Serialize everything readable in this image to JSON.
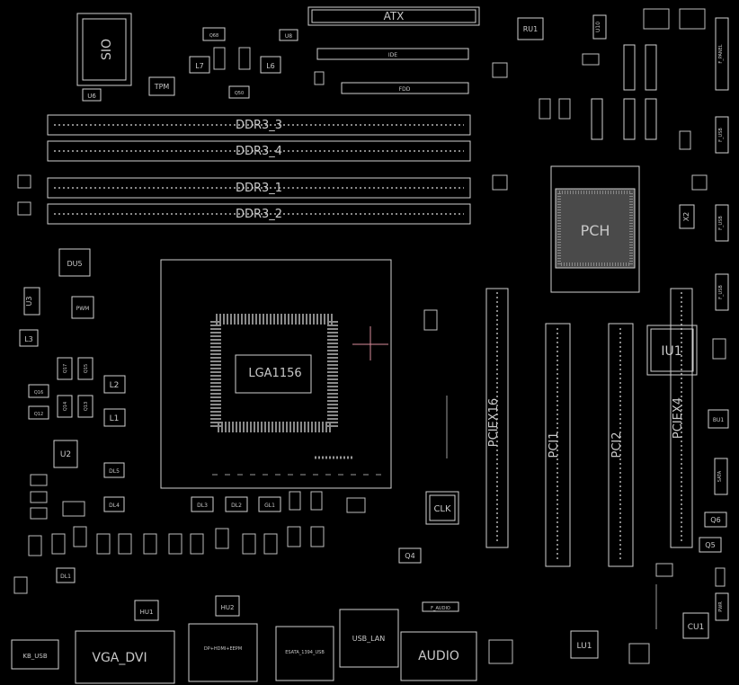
{
  "labels": {
    "atx": "ATX",
    "ide": "IDE",
    "fdd": "FDD",
    "sio": "SIO",
    "tpm": "TPM",
    "ddr3_3": "DDR3_3",
    "ddr3_4": "DDR3_4",
    "ddr3_1": "DDR3_1",
    "ddr3_2": "DDR3_2",
    "pch": "PCH",
    "lga": "LGA1156",
    "pciex16": "PCIEX16",
    "pci1": "PCI1",
    "pci2": "PCI2",
    "pciex4": "PCIEX4",
    "clk": "CLK",
    "iu1": "IU1",
    "vga_dvi": "VGA_DVI",
    "audio": "AUDIO",
    "usb_lan": "USB_LAN",
    "kb_usb": "KB_USB",
    "lu1": "LU1",
    "cu1": "CU1",
    "ru1": "RU1",
    "du5": "DU5",
    "pwm": "PWM",
    "u2": "U2",
    "u3": "U3",
    "u6": "U6",
    "u8": "U8",
    "u10": "U10",
    "l1": "L1",
    "l2": "L2",
    "l3": "L3",
    "l6": "L6",
    "l7": "L7",
    "q4": "Q4",
    "q5": "Q5",
    "q6": "Q6",
    "bu1": "BU1",
    "x2": "X2",
    "hu1": "HU1",
    "hu2": "HU2",
    "dl1": "DL1",
    "dl2": "DL2",
    "dl3": "DL3",
    "dl4": "DL4",
    "dl5": "DL5",
    "gl1": "GL1",
    "q50": "Q50",
    "q68": "Q68",
    "q12": "Q12",
    "q14": "Q14",
    "q16": "Q16",
    "q17": "Q17",
    "q15": "Q15",
    "q13": "Q13",
    "f_panel": "F_PANEL",
    "f_usb": "F_USB",
    "sata": "SATA",
    "f_audio": "F_AUDIO",
    "dp_hdmi": "DP+HDMI+EEPM",
    "esata": "ESATA_1394_USB",
    "pwr": "PWR"
  },
  "colors": {
    "background": "#000000",
    "trace": "#cfcfcf",
    "marker": "#d98c9a"
  }
}
